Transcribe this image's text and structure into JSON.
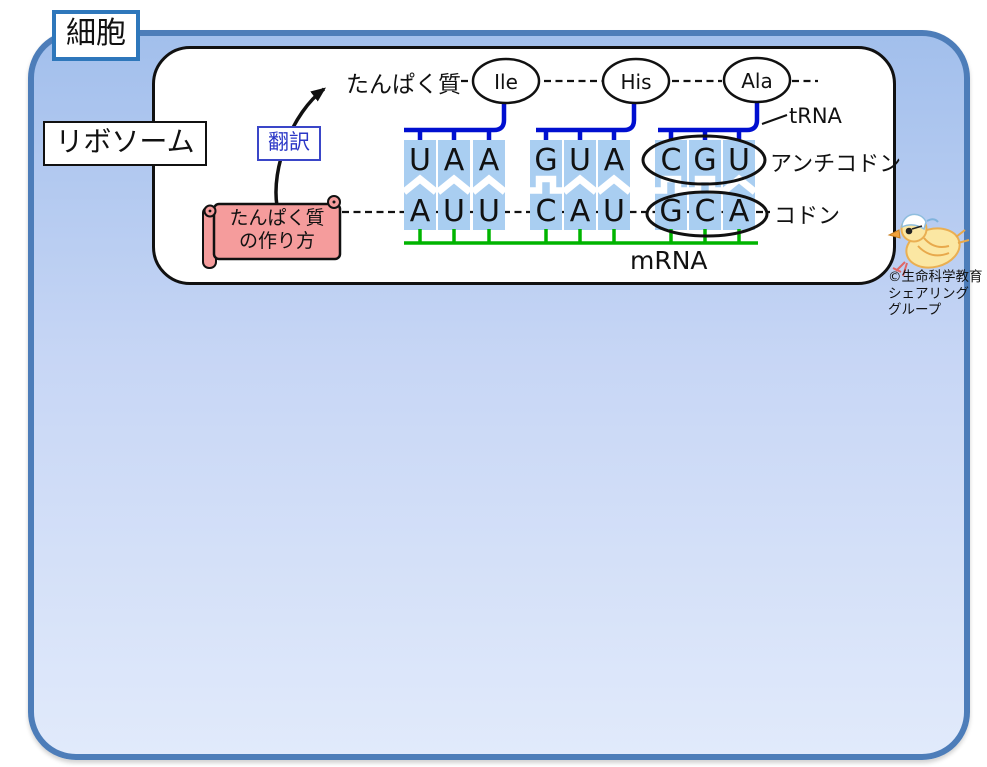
{
  "cell": {
    "label": "細胞"
  },
  "ribosome": {
    "label": "リボソーム"
  },
  "translation": {
    "label": "翻訳"
  },
  "protein": {
    "label": "たんぱく質"
  },
  "scroll": {
    "line1": "たんぱく質",
    "line2": "の作り方"
  },
  "amino_acids": [
    "Ile",
    "His",
    "Ala"
  ],
  "labels": {
    "trna": "tRNA",
    "anticodon": "アンチコドン",
    "codon": "コドン",
    "mrna": "mRNA"
  },
  "triplets": {
    "anticodons": [
      "UAA",
      "GUA",
      "CGU"
    ],
    "codons": [
      "AUU",
      "CAU",
      "GCA"
    ]
  },
  "columns": [
    {
      "anticodon": "U",
      "codon": "A",
      "pair": "AU"
    },
    {
      "anticodon": "A",
      "codon": "U",
      "pair": "AU"
    },
    {
      "anticodon": "A",
      "codon": "U",
      "pair": "AU"
    },
    {
      "anticodon": "G",
      "codon": "C",
      "pair": "GC"
    },
    {
      "anticodon": "U",
      "codon": "A",
      "pair": "AU"
    },
    {
      "anticodon": "A",
      "codon": "U",
      "pair": "AU"
    },
    {
      "anticodon": "C",
      "codon": "G",
      "pair": "GC"
    },
    {
      "anticodon": "G",
      "codon": "C",
      "pair": "GC"
    },
    {
      "anticodon": "U",
      "codon": "A",
      "pair": "AU"
    }
  ],
  "credit": {
    "line1": "©生命科学教育",
    "line2": "シェアリング",
    "line3": "グループ"
  },
  "colors": {
    "cell_border": "#4d7db9",
    "cell_fill_top": "#a2bfec",
    "cell_fill_bottom": "#e1eafb",
    "tile_blue": "#a9cef1",
    "trna_blue": "#000fd0",
    "mrna_green": "#00b400",
    "scroll_pink": "#f59c9c",
    "translation_blue": "#2a36c6",
    "label_box_blue": "#2e77bb"
  }
}
